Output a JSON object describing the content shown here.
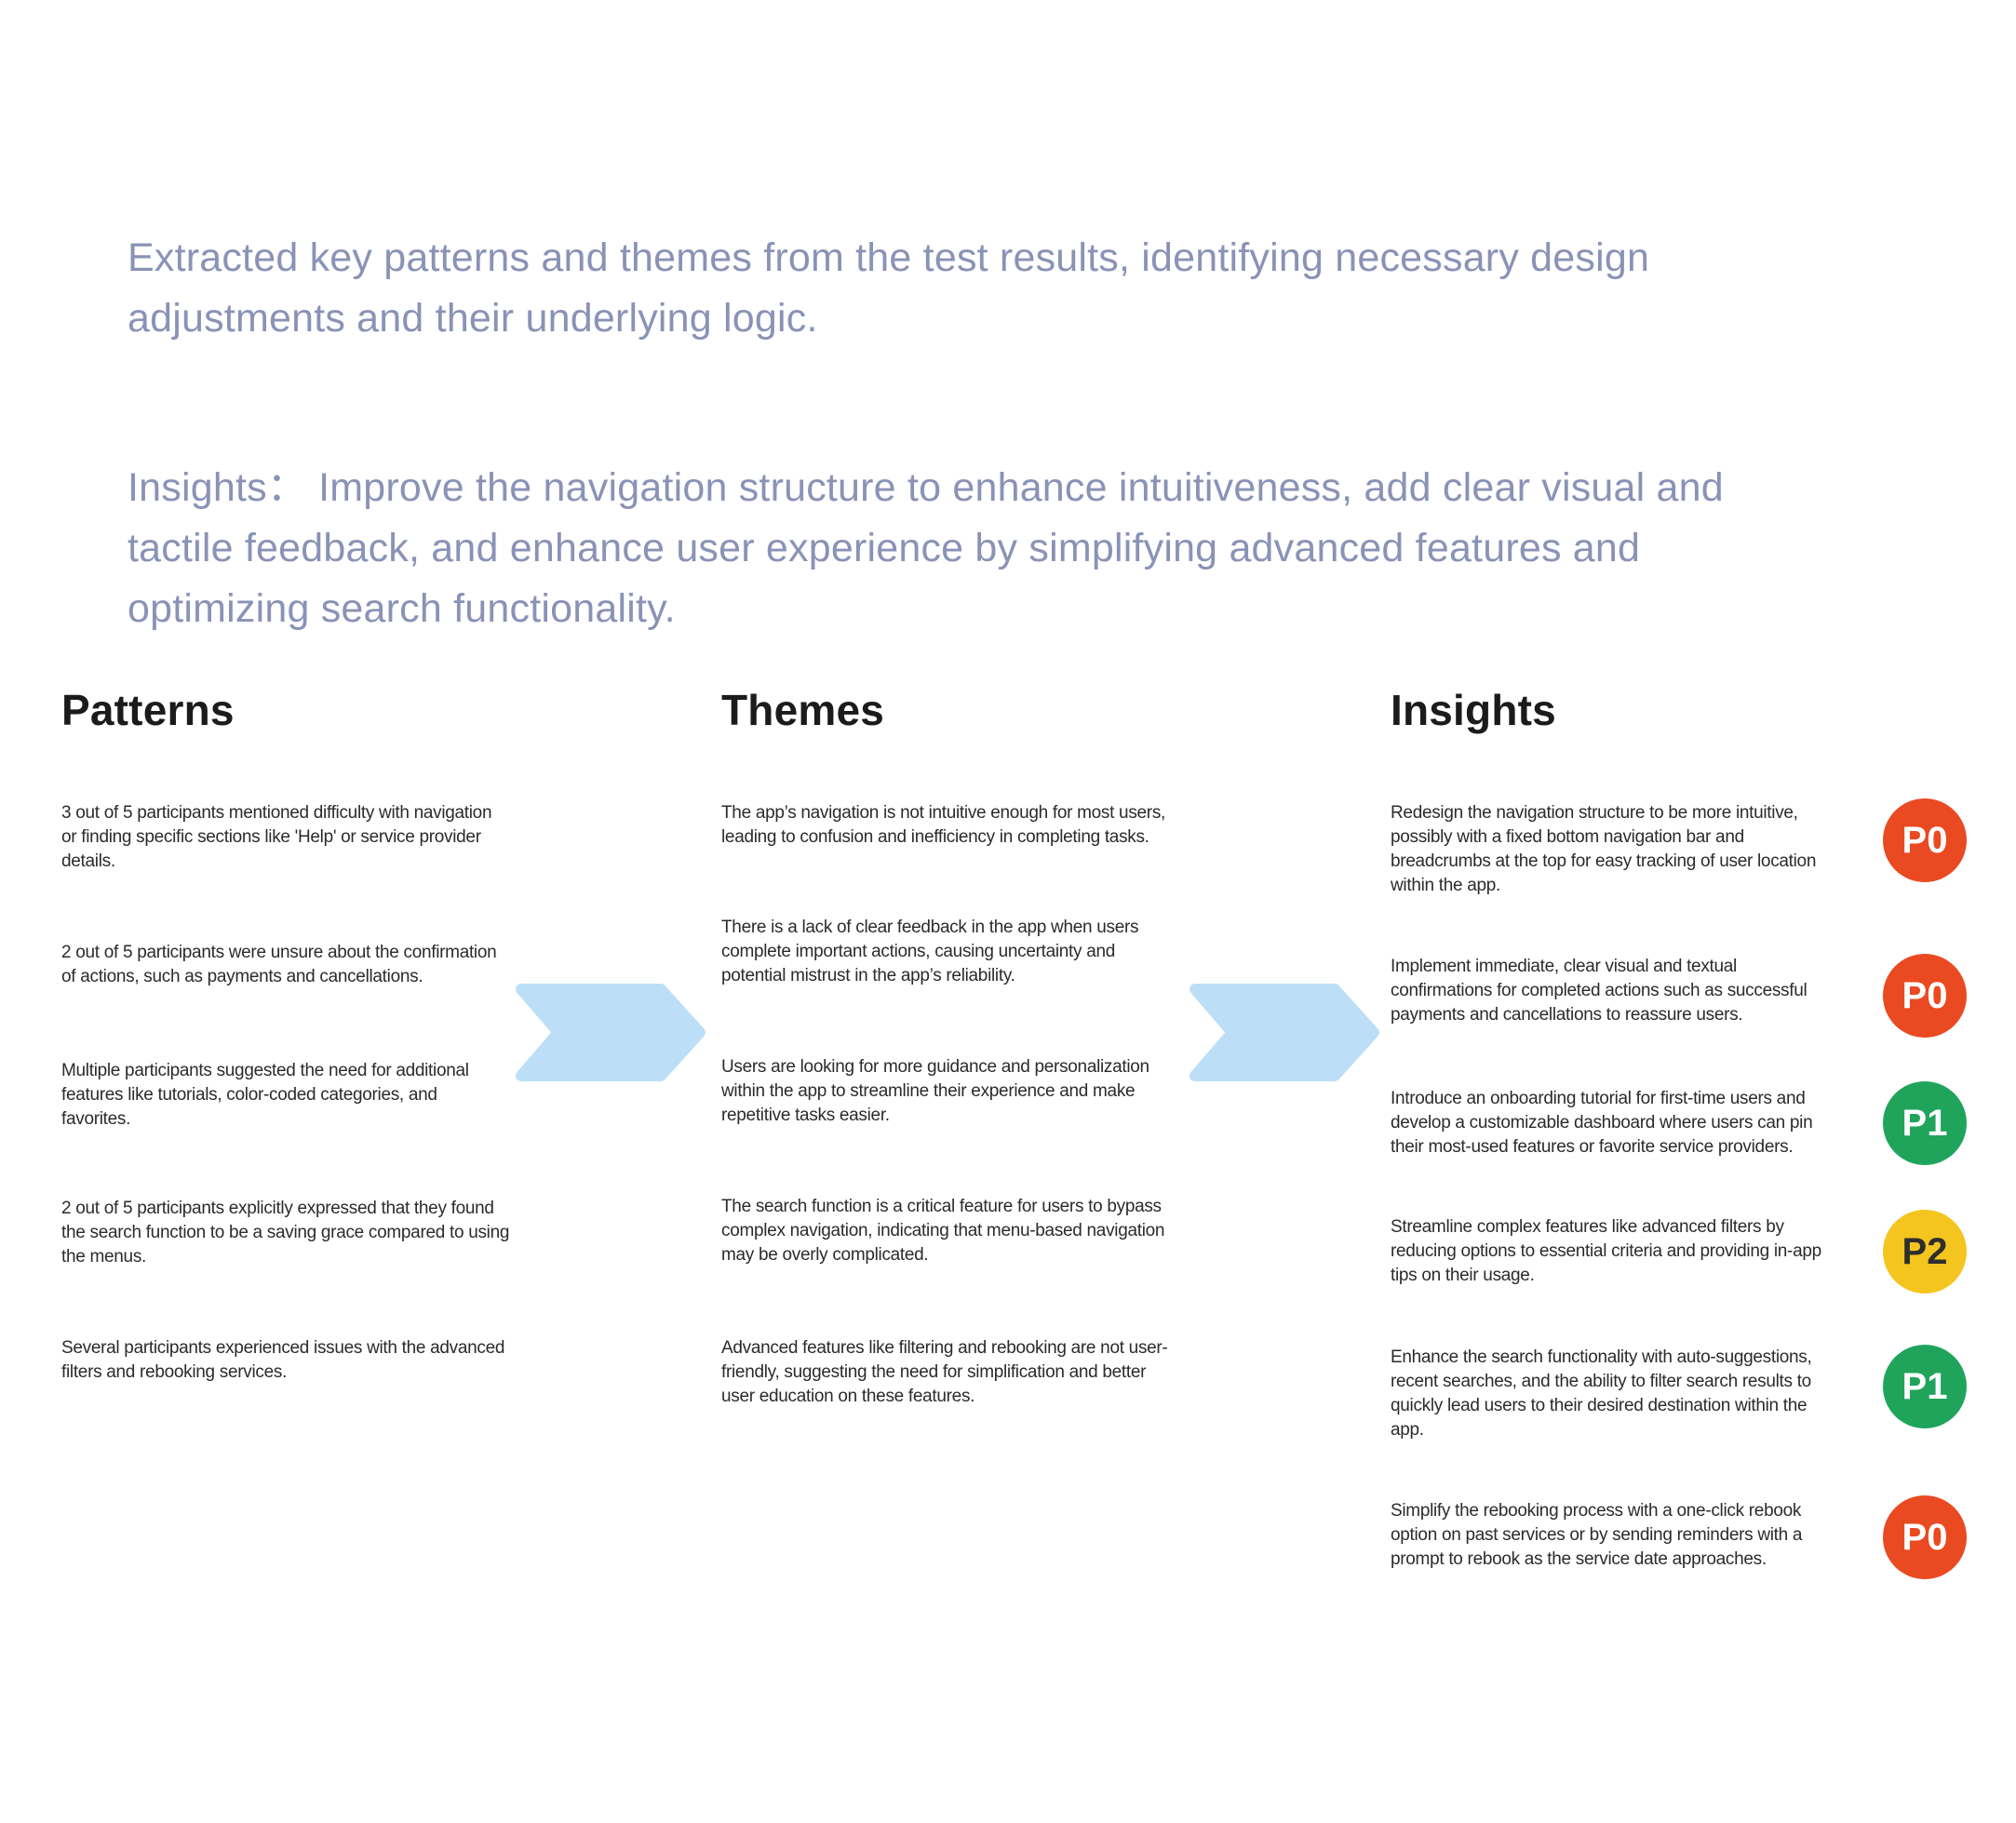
{
  "intro": {
    "paragraph1": "Extracted key patterns and themes from the test results, identifying necessary design\nadjustments and their underlying logic.",
    "paragraph2": "Insights：  Improve the navigation structure to enhance intuitiveness, add clear visual and\ntactile feedback, and enhance user experience by simplifying advanced features and\noptimizing search functionality.",
    "text_color": "#8A92B6"
  },
  "patterns": {
    "heading": "Patterns",
    "items": [
      "3 out of 5 participants mentioned difficulty with navigation\nor finding specific sections like 'Help' or service provider\ndetails.",
      "2 out of 5 participants were unsure about the confirmation\nof actions, such as payments and cancellations.",
      "Multiple participants suggested the need for additional\nfeatures like tutorials, color-coded categories, and\nfavorites.",
      "2 out of 5 participants explicitly expressed that they found\nthe search function to be a saving grace compared to using\nthe menus.",
      "Several participants experienced issues with the advanced\nfilters and rebooking services."
    ]
  },
  "themes": {
    "heading": "Themes",
    "items": [
      "The app’s navigation is not intuitive enough for most users,\nleading to confusion and inefficiency in completing tasks.",
      "There is a lack of clear feedback in the app when users\ncomplete important actions, causing uncertainty and\npotential mistrust in the app’s reliability.",
      "Users are looking for more guidance and personalization\nwithin the app to streamline their experience and make\nrepetitive tasks easier.",
      "The search function is a critical feature for users to bypass\ncomplex navigation, indicating that menu-based navigation\nmay be overly complicated.",
      "Advanced features like filtering and rebooking are not user-\nfriendly, suggesting the need for simplification and better\nuser education on these features."
    ]
  },
  "insights": {
    "heading": "Insights",
    "items": [
      "Redesign the navigation structure to be more intuitive,\npossibly with a fixed bottom navigation bar and\nbreadcrumbs at the top for easy tracking of user location\nwithin the app.",
      "Implement immediate, clear visual and textual\nconfirmations for completed actions such as successful\npayments and cancellations to reassure users.",
      "Introduce an onboarding tutorial for first-time users and\ndevelop a customizable dashboard where users can pin\ntheir most-used features or favorite service providers.",
      "Streamline complex features like advanced filters by\nreducing options to essential criteria and providing in-app\ntips on their usage.",
      "Enhance the search functionality with auto-suggestions,\nrecent searches, and the ability to filter search results to\nquickly lead users to their desired destination within the\napp.",
      "Simplify the rebooking process with a one-click rebook\noption on past services or by sending reminders with a\nprompt to rebook as the service date approaches."
    ],
    "badges": [
      {
        "label": "P0",
        "color": "#EA4A21",
        "text_color": "#FFFFFF"
      },
      {
        "label": "P0",
        "color": "#EA4A21",
        "text_color": "#FFFFFF"
      },
      {
        "label": "P1",
        "color": "#20A45C",
        "text_color": "#FFFFFF"
      },
      {
        "label": "P2",
        "color": "#F5C51F",
        "text_color": "#2E2E2E"
      },
      {
        "label": "P1",
        "color": "#20A45C",
        "text_color": "#FFFFFF"
      },
      {
        "label": "P0",
        "color": "#EA4A21",
        "text_color": "#FFFFFF"
      }
    ]
  },
  "arrow": {
    "color": "#BCDFF7"
  }
}
